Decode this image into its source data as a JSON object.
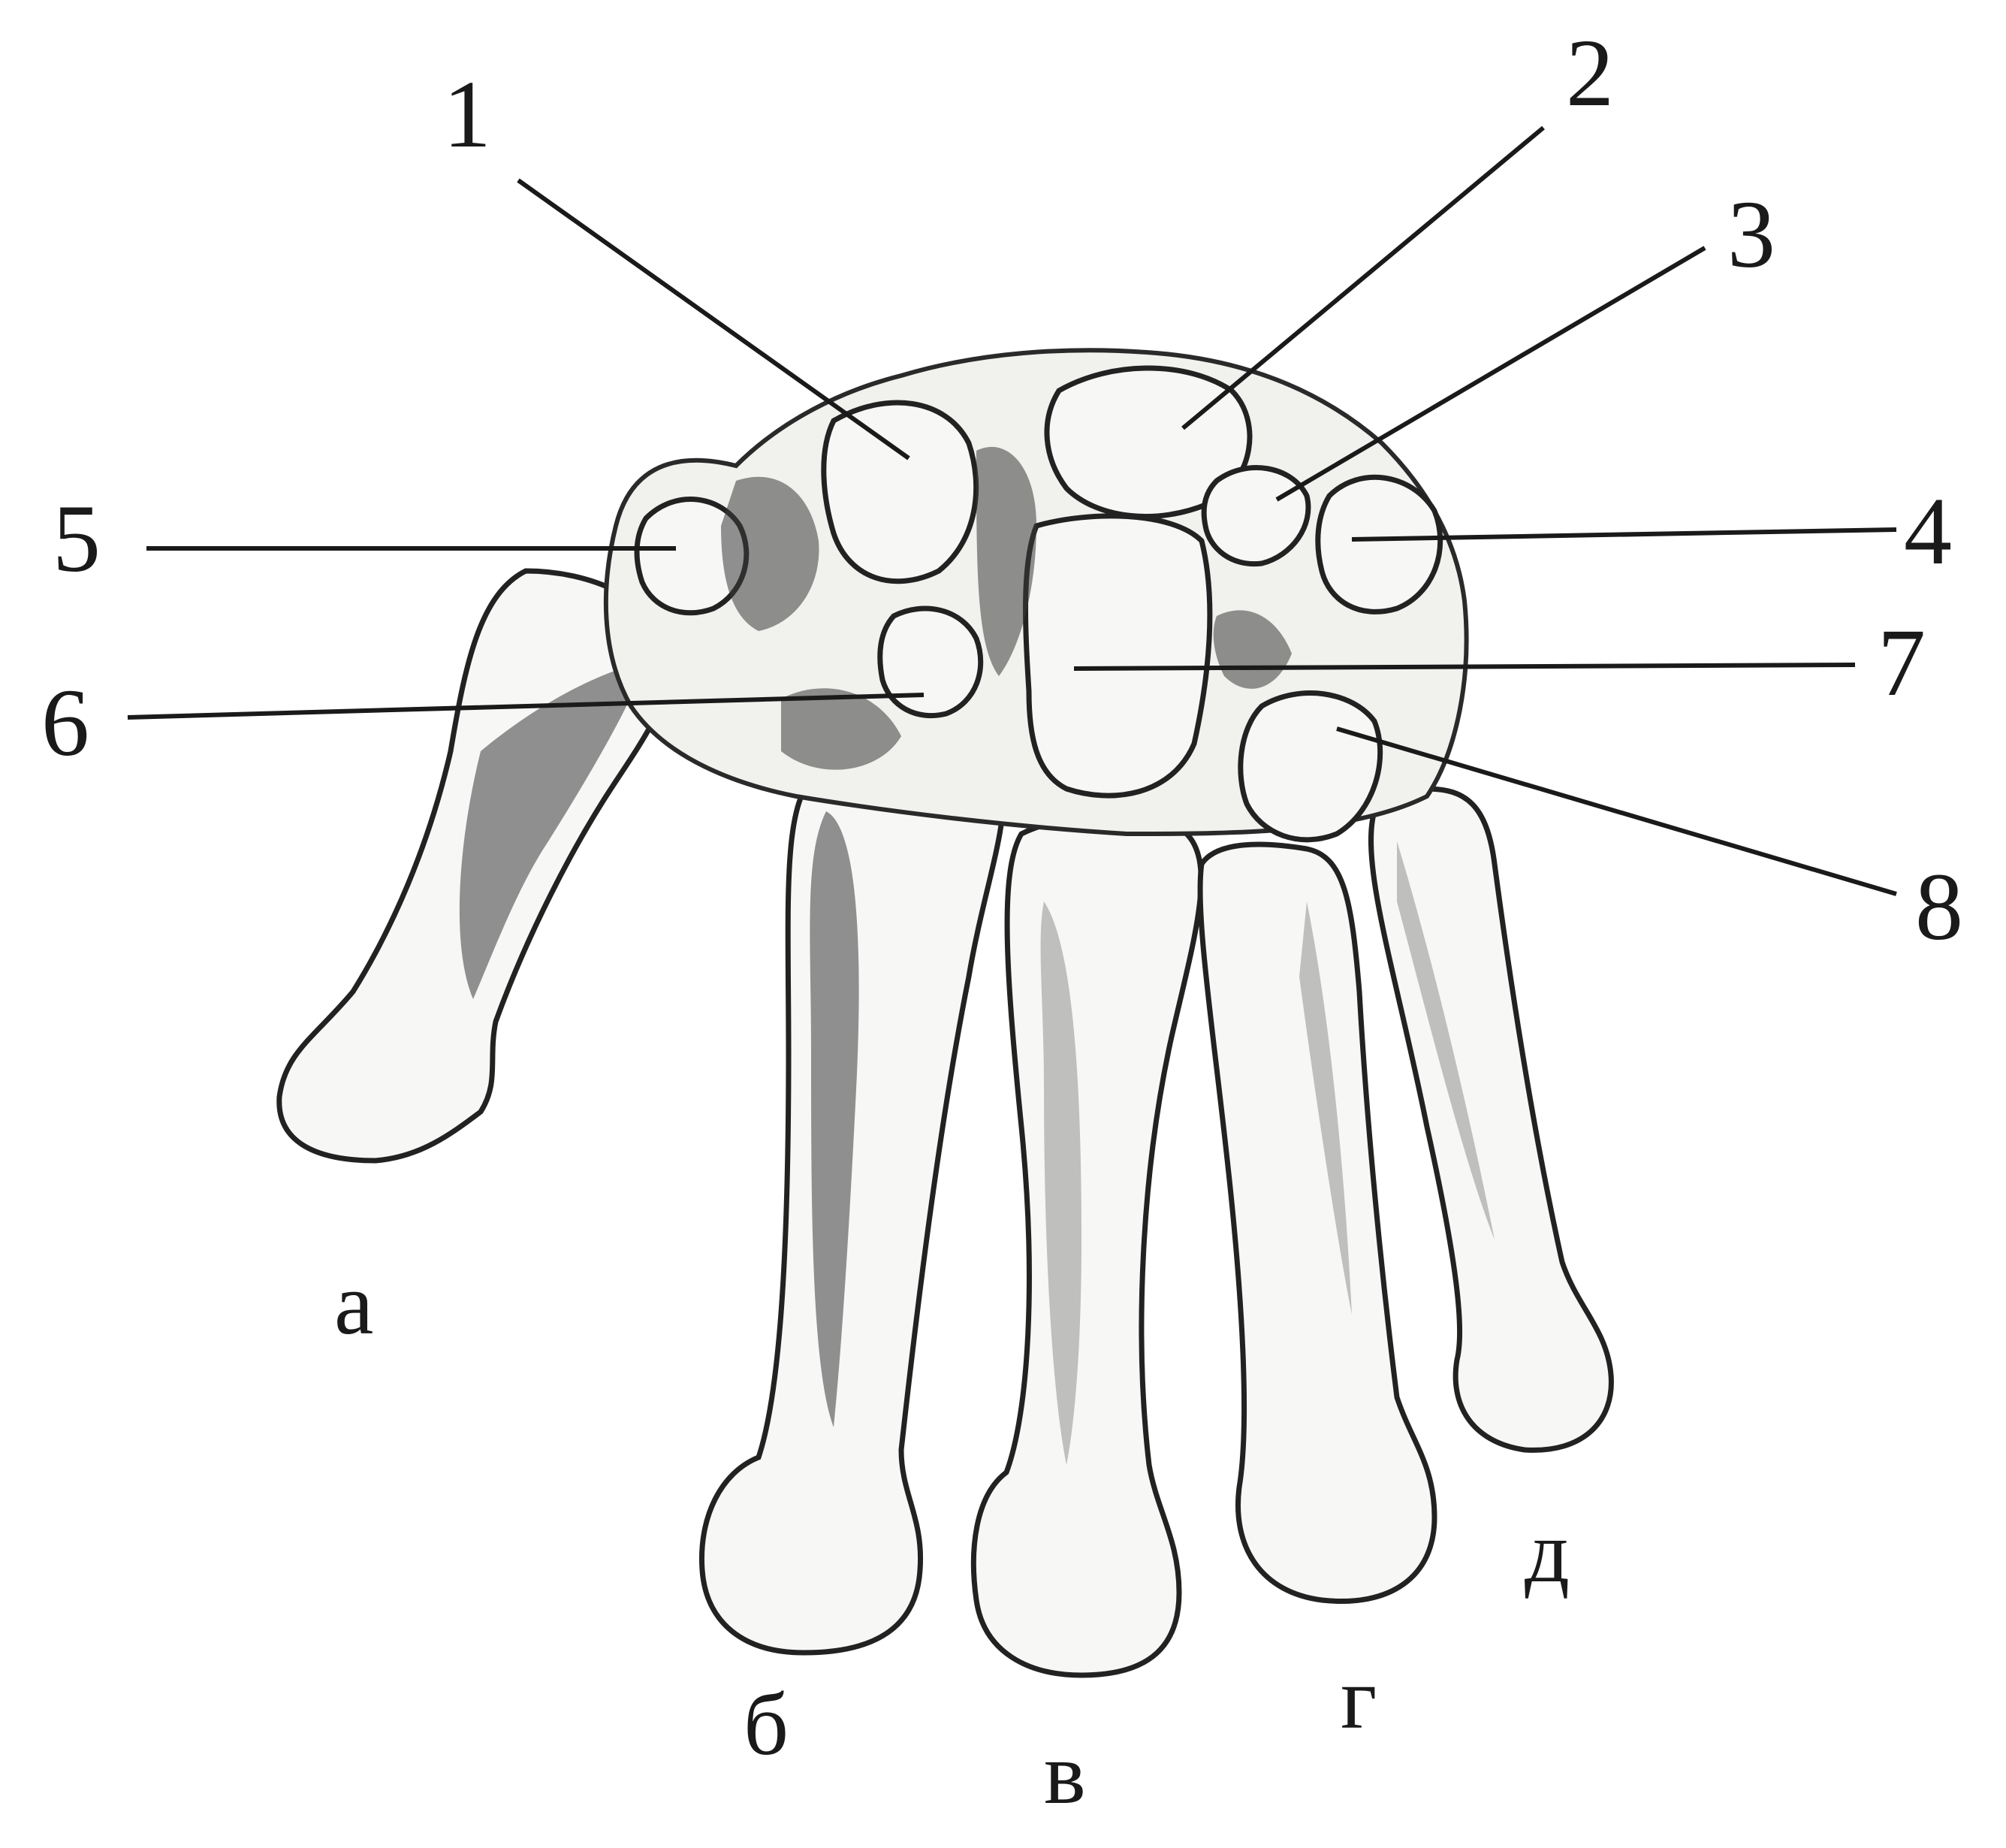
{
  "figure": {
    "callouts": [
      {
        "id": "c1",
        "number": "1"
      },
      {
        "id": "c2",
        "number": "2"
      },
      {
        "id": "c3",
        "number": "3"
      },
      {
        "id": "c4",
        "number": "4"
      },
      {
        "id": "c5",
        "number": "5"
      },
      {
        "id": "c6",
        "number": "6"
      },
      {
        "id": "c7",
        "number": "7"
      },
      {
        "id": "c8",
        "number": "8"
      }
    ],
    "digit_letters": [
      {
        "id": "a",
        "letter": "а"
      },
      {
        "id": "b",
        "letter": "б"
      },
      {
        "id": "v",
        "letter": "в"
      },
      {
        "id": "g",
        "letter": "г"
      },
      {
        "id": "d",
        "letter": "д"
      }
    ]
  }
}
